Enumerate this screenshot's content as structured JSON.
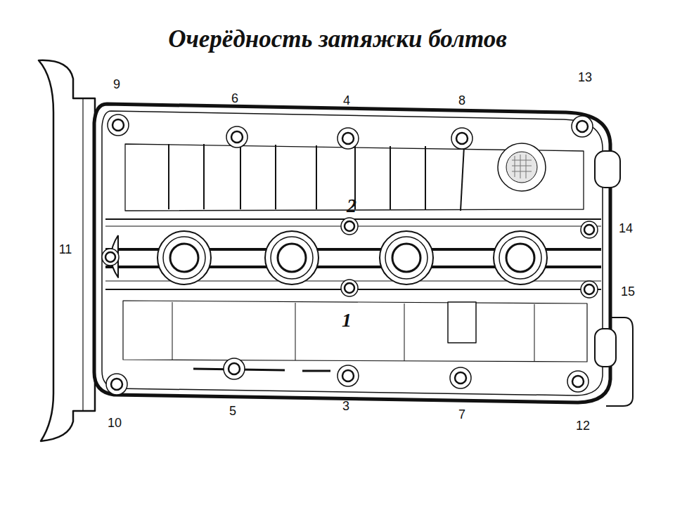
{
  "diagram": {
    "title": "Очерёдность затяжки болтов",
    "labels": [
      "9",
      "6",
      "4",
      "8",
      "13",
      "2",
      "14",
      "11",
      "15",
      "1",
      "5",
      "3",
      "7",
      "10",
      "12"
    ]
  }
}
